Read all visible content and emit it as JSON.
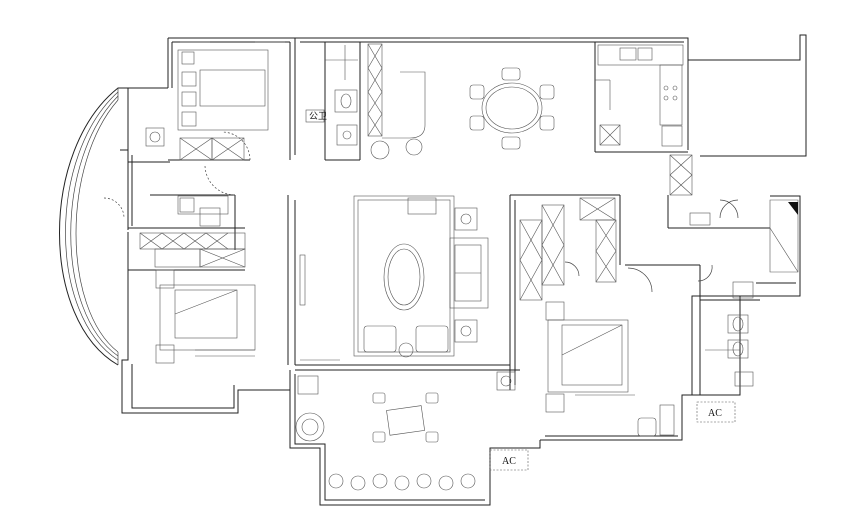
{
  "labels": {
    "public_bathroom": "公卫",
    "ac_right": "AC",
    "ac_bottom": "AC"
  }
}
